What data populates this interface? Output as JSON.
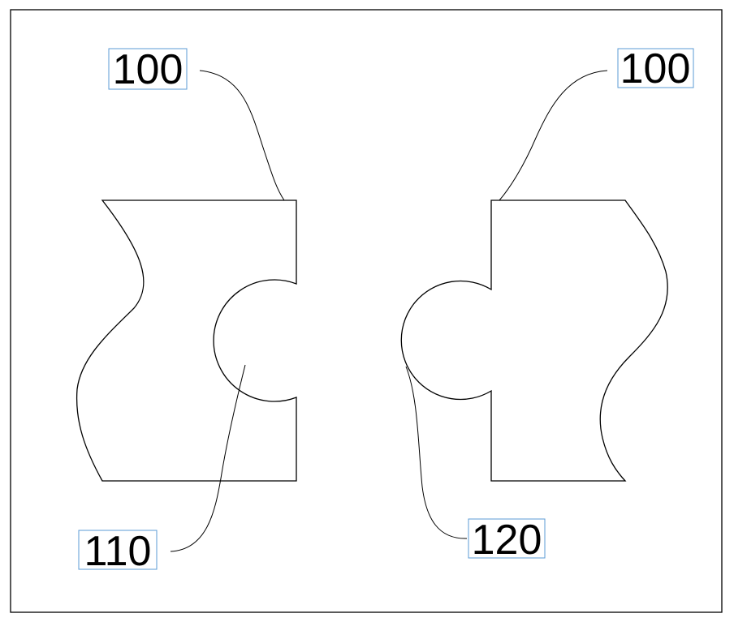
{
  "labels": {
    "left_top": "100",
    "right_top": "100",
    "left_bottom": "110",
    "right_bottom": "120"
  }
}
